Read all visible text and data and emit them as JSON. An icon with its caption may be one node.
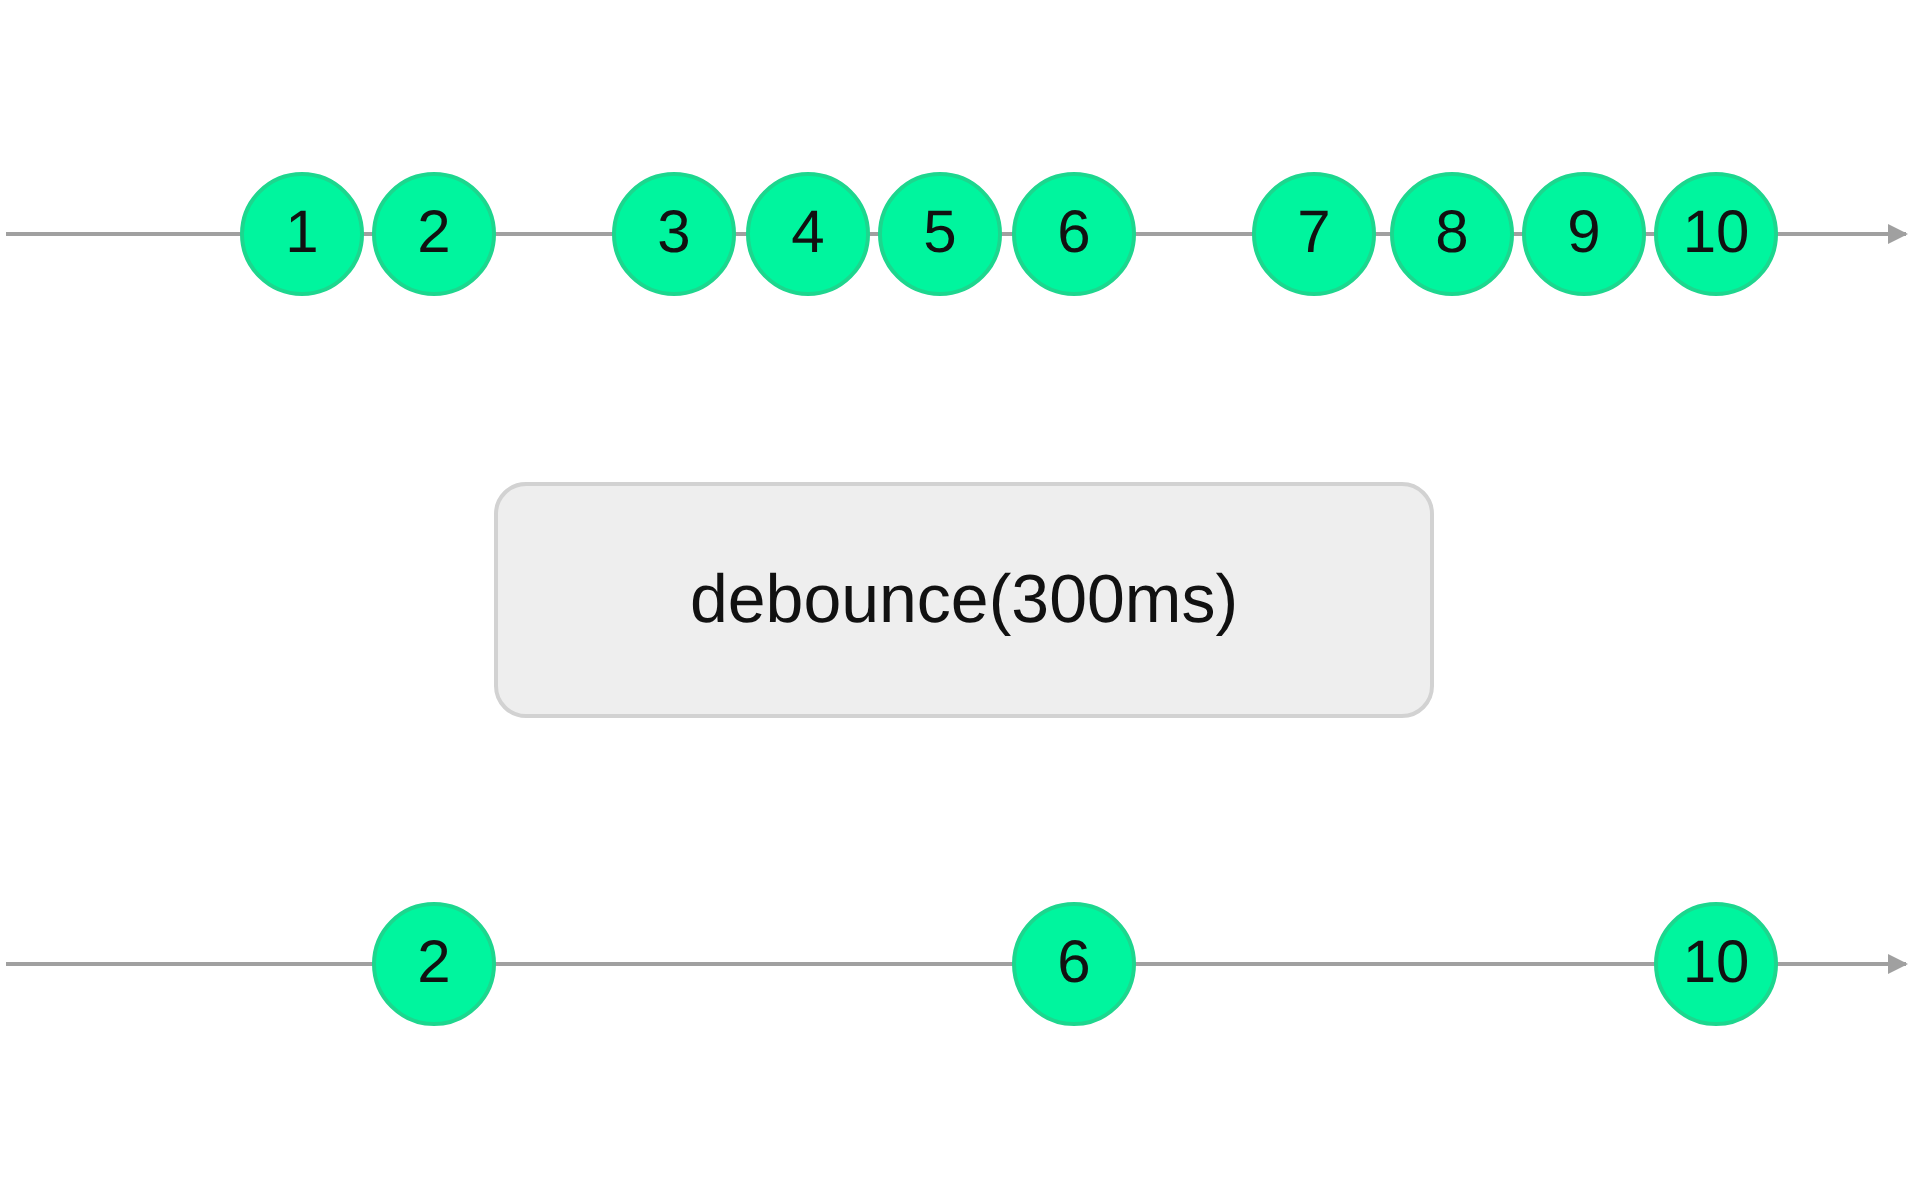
{
  "diagram": {
    "nodes": [
      {
        "text": [
          "1"
        ]
      },
      {
        "text": [
          "2"
        ]
      },
      {
        "text": [
          "3"
        ]
      },
      {
        "text": [
          "4"
        ]
      },
      {
        "text": [
          "5"
        ]
      },
      {
        "text": [
          "6"
        ]
      },
      {
        "text": [
          "7"
        ]
      },
      {
        "text": [
          "8"
        ]
      },
      {
        "text": [
          "9"
        ]
      },
      {
        "text": [
          "10"
        ]
      },
      {
        "text": [
          "debounce(300ms)"
        ]
      },
      {
        "text": [
          "2"
        ]
      },
      {
        "text": [
          "6"
        ]
      },
      {
        "text": [
          "10"
        ]
      }
    ]
  }
}
